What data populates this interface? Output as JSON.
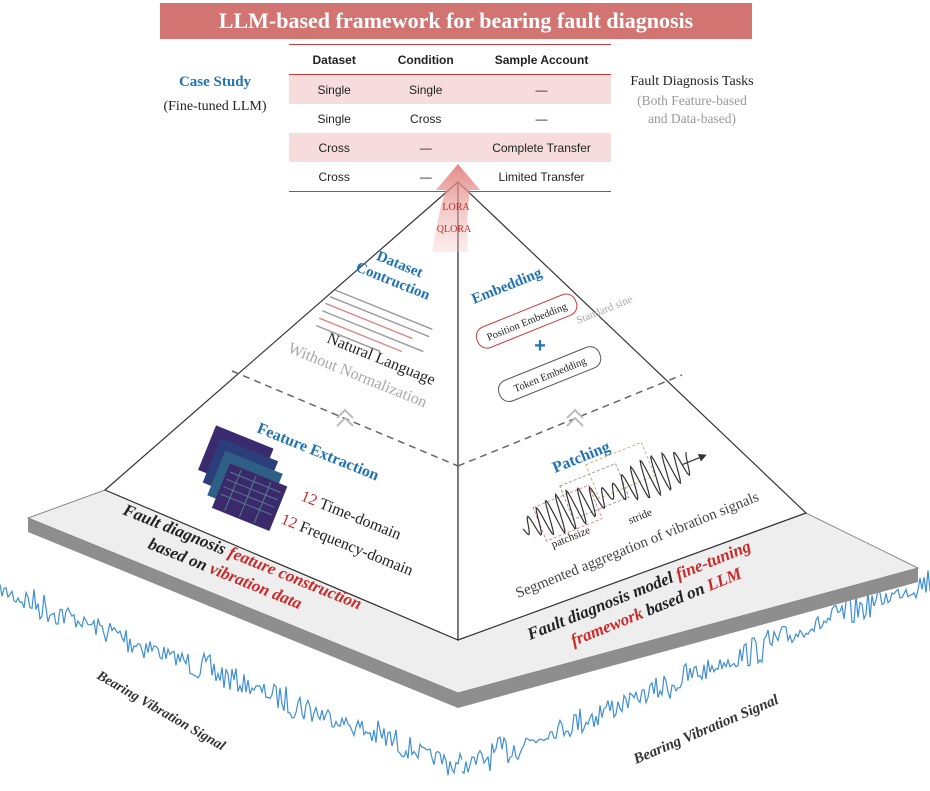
{
  "title": "LLM-based framework for bearing fault diagnosis",
  "case_study": {
    "title": "Case Study",
    "subtitle": "(Fine-tuned LLM)"
  },
  "tasks": {
    "title": "Fault Diagnosis Tasks",
    "subtitle_line1": "(Both Feature-based",
    "subtitle_line2": "and Data-based)"
  },
  "table": {
    "headers": [
      "Dataset",
      "Condition",
      "Sample Account"
    ],
    "rows": [
      [
        "Single",
        "Single",
        "—"
      ],
      [
        "Single",
        "Cross",
        "—"
      ],
      [
        "Cross",
        "—",
        "Complete Transfer"
      ],
      [
        "Cross",
        "—",
        "Limited Transfer"
      ]
    ]
  },
  "arrow_labels": [
    "LORA",
    "QLORA"
  ],
  "left_face": {
    "dataset_title_line1": "Dataset",
    "dataset_title_line2": "Contruction",
    "natural_language": "Natural Language",
    "without_normalization": "Without Normalization",
    "feature_extraction": "Feature Extraction",
    "time_domain_count": "12",
    "time_domain_label": " Time-domain",
    "frequency_domain_count": "12",
    "frequency_domain_label": " Frequency-domain"
  },
  "right_face": {
    "embedding": "Embedding",
    "position_embedding": "Position Embedding",
    "standard_sine": "Standard sine",
    "plus": "+",
    "token_embedding": "Token Embedding",
    "patching": "Patching",
    "stride": "stride",
    "patchsize": "patchsize",
    "segmented_aggregation": "Segmented aggregation of vibration signals"
  },
  "base_left": {
    "part1": "Fault diagnosis ",
    "part2": "feature construction",
    "part3": "based on ",
    "part4": "vibration data"
  },
  "base_right": {
    "part1": "Fault diagnosis model ",
    "part2": "fine-tuning",
    "part3": "framework",
    "part4": " based on ",
    "part5": "LLM"
  },
  "signal_label_left": "Bearing Vibration Signal",
  "signal_label_right": "Bearing Vibration Signal",
  "colors": {
    "accent_red": "#cc2a2a",
    "accent_blue": "#1f73b7",
    "title_bar": "#d27572",
    "signal_blue": "#3f8fd2"
  }
}
